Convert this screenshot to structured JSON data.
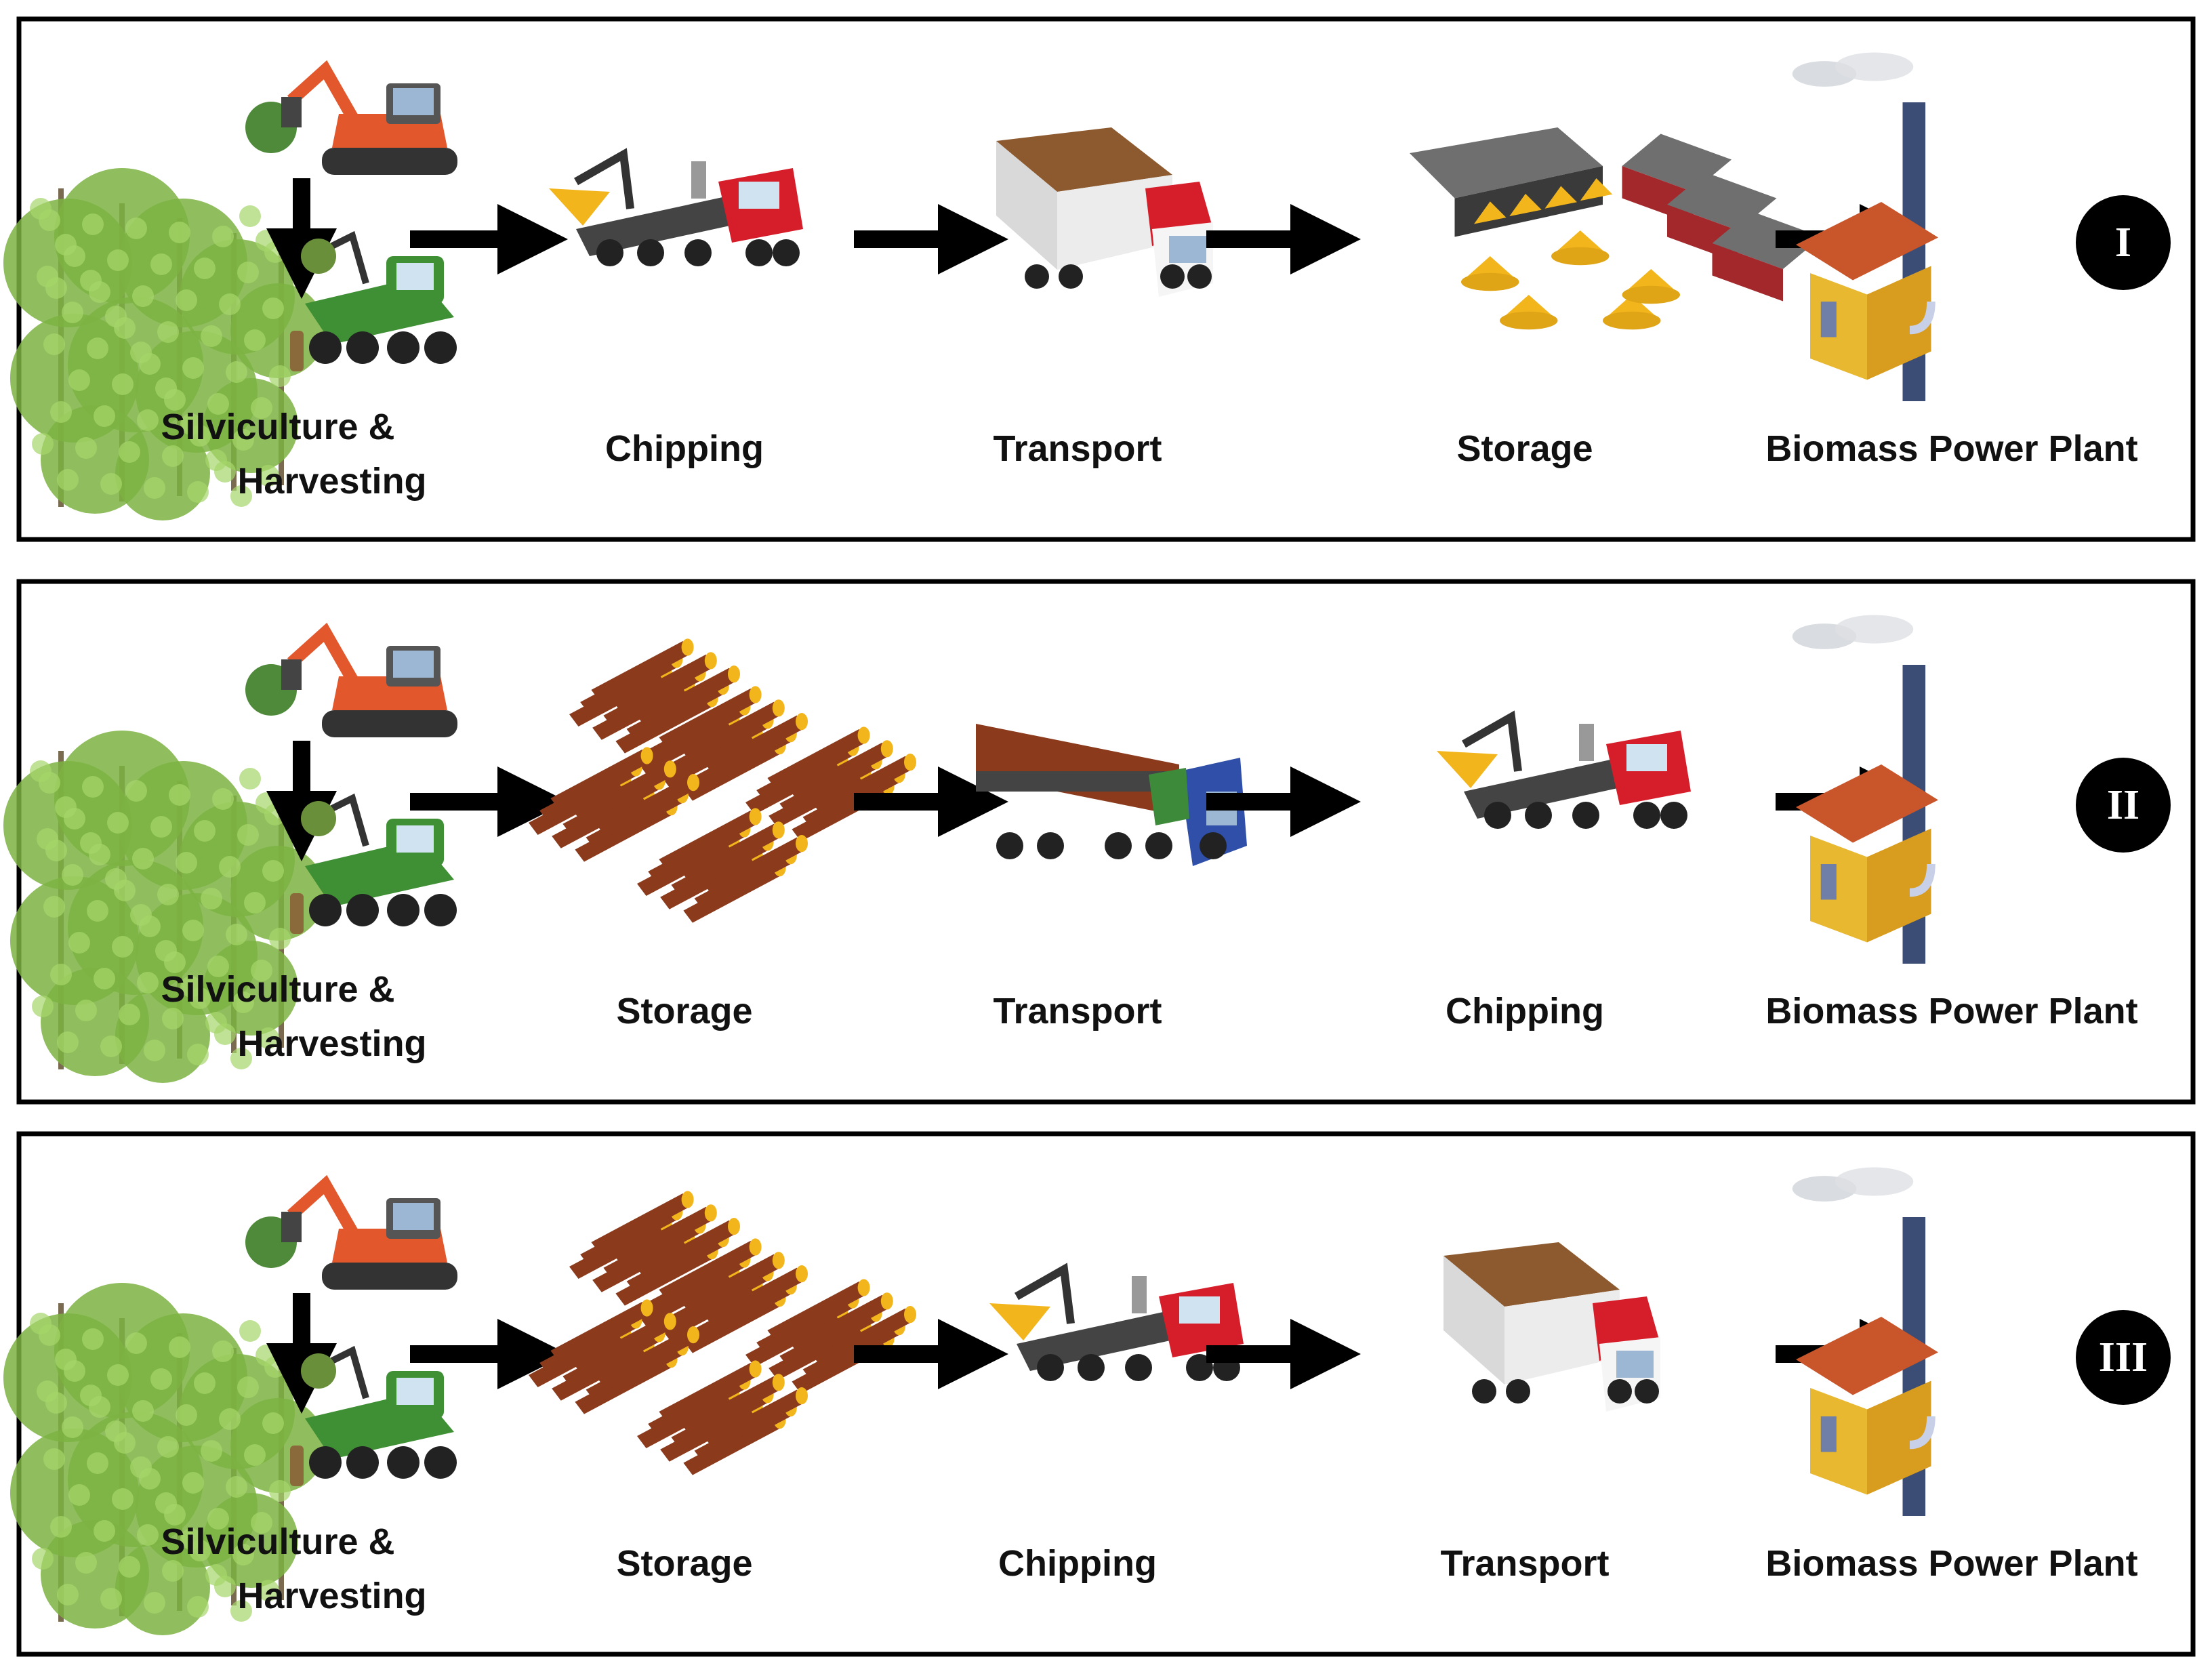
{
  "panels": [
    {
      "roman": "I",
      "harvest_label": [
        "Silviculture &",
        "Harvesting"
      ],
      "stages": [
        {
          "icon": "chipper-truck-icon",
          "label": "Chipping"
        },
        {
          "icon": "chip-truck-icon",
          "label": "Transport"
        },
        {
          "icon": "storage-sheds-icon",
          "label": "Storage"
        },
        {
          "icon": "power-plant-icon",
          "label": "Biomass Power Plant"
        }
      ]
    },
    {
      "roman": "II",
      "harvest_label": [
        "Silviculture &",
        "Harvesting"
      ],
      "stages": [
        {
          "icon": "log-piles-icon",
          "label": "Storage"
        },
        {
          "icon": "log-truck-icon",
          "label": "Transport"
        },
        {
          "icon": "chipper-truck-icon",
          "label": "Chipping"
        },
        {
          "icon": "power-plant-icon",
          "label": "Biomass Power Plant"
        }
      ]
    },
    {
      "roman": "III",
      "harvest_label": [
        "Silviculture &",
        "Harvesting"
      ],
      "stages": [
        {
          "icon": "log-piles-icon",
          "label": "Storage"
        },
        {
          "icon": "chipper-truck-icon",
          "label": "Chipping"
        },
        {
          "icon": "chip-truck-icon",
          "label": "Transport"
        },
        {
          "icon": "power-plant-icon",
          "label": "Biomass Power Plant"
        }
      ]
    }
  ],
  "colors": {
    "tree_green": "#7cb342",
    "excavator_orange": "#e2572c",
    "harvester_green": "#3f8f34",
    "truck_red": "#d61e2b",
    "truck_blue": "#2f4fa8",
    "log_brown": "#8b3a1c",
    "chip_yellow": "#f2b51c",
    "roof_gray": "#6f6f6f",
    "plant_yellow": "#e8b830",
    "plant_roof": "#c9562a",
    "chimney": "#3b4d74"
  }
}
